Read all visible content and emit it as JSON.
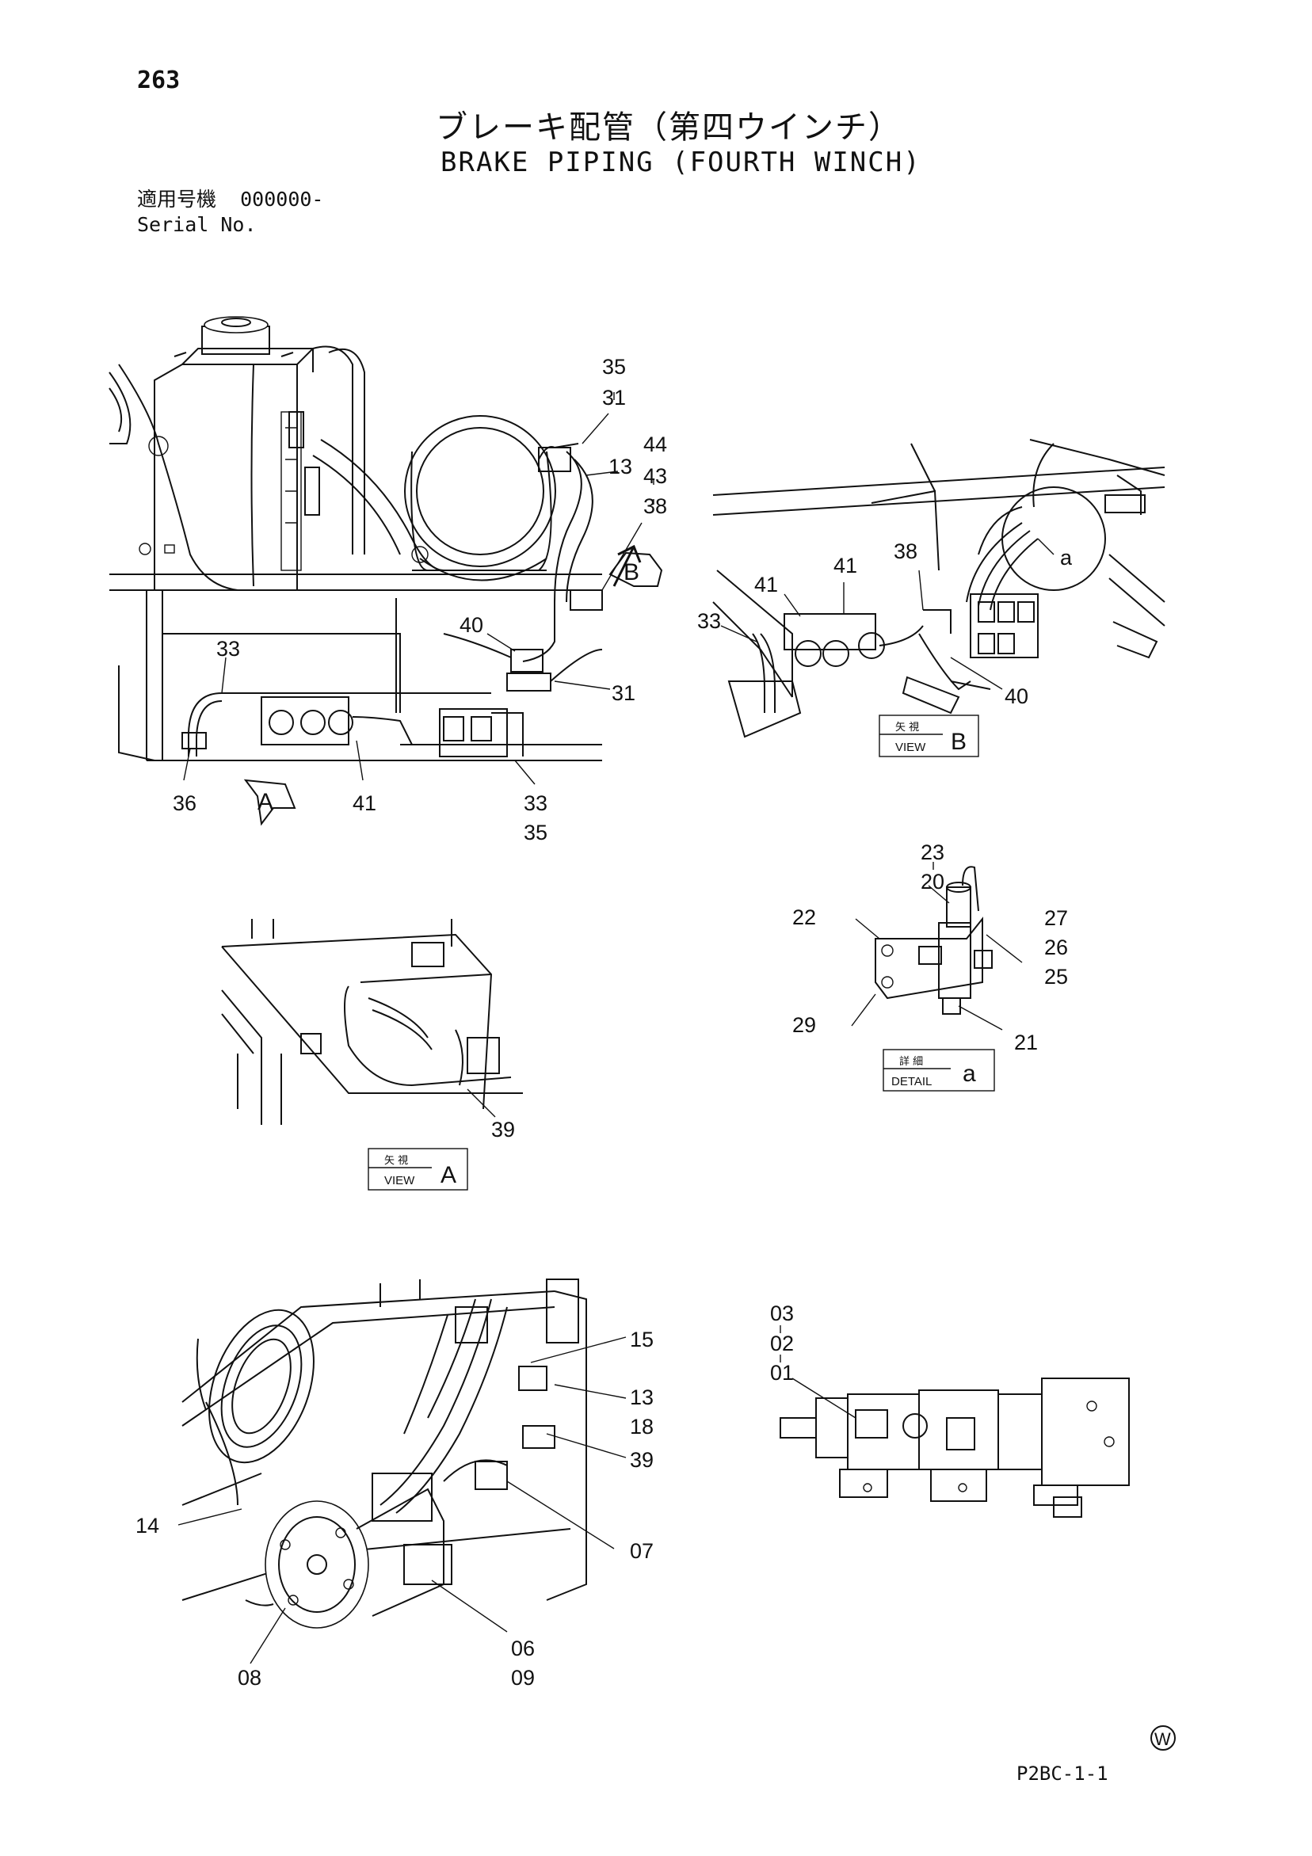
{
  "page_number": "263",
  "title_jp": "ブレーキ配管（第四ウインチ）",
  "title_en": "BRAKE PIPING (FOURTH WINCH)",
  "serial": {
    "label_jp": "適用号機",
    "value": "000000-",
    "label_en": "Serial No."
  },
  "view_tags": {
    "view_a": {
      "jp": "矢 視",
      "en": "VIEW",
      "letter": "A"
    },
    "view_b": {
      "jp": "矢 視",
      "en": "VIEW",
      "letter": "B"
    },
    "detail_a": {
      "jp": "詳 細",
      "en": "DETAIL",
      "letter": "a"
    }
  },
  "view_arrows": {
    "a": "A",
    "b": "B"
  },
  "callouts": {
    "main": [
      "35",
      "31",
      "13",
      "44",
      "43",
      "38",
      "40",
      "33",
      "31",
      "36",
      "41",
      "33",
      "35"
    ],
    "view_b": [
      "38",
      "41",
      "41",
      "33",
      "40",
      "a"
    ],
    "view_a": [
      "39"
    ],
    "detail_a": [
      "23",
      "20",
      "22",
      "27",
      "26",
      "25",
      "29",
      "21"
    ],
    "bottom_left": [
      "15",
      "13",
      "18",
      "39",
      "14",
      "07",
      "06",
      "09",
      "08"
    ],
    "pump": [
      "03",
      "02",
      "01"
    ]
  },
  "footer": {
    "mark": "W",
    "code": "P2BC-1-1"
  }
}
